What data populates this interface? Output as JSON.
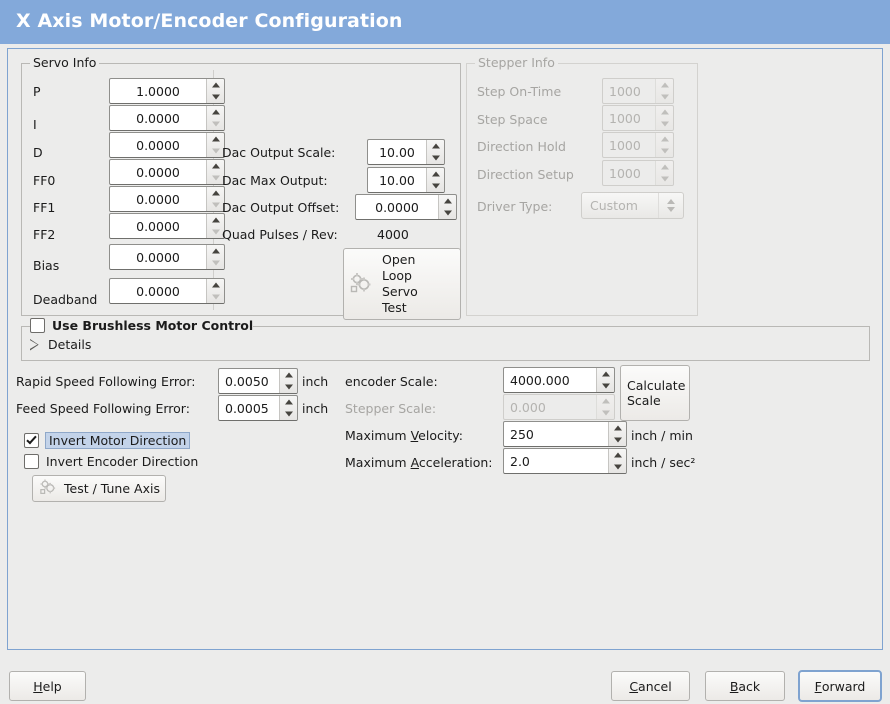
{
  "window": {
    "title": "X Axis Motor/Encoder Configuration",
    "header_color": "#83a9da",
    "panel_border_color": "#7fa3d0",
    "background_color": "#ececeb"
  },
  "servo_info": {
    "legend": "Servo Info",
    "rows": [
      {
        "label": "P",
        "value": "1.0000",
        "up_enabled": true,
        "down_enabled": true
      },
      {
        "label": "I",
        "value": "0.0000",
        "up_enabled": true,
        "down_enabled": false
      },
      {
        "label": "D",
        "value": "0.0000",
        "up_enabled": true,
        "down_enabled": false
      },
      {
        "label": "FF0",
        "value": "0.0000",
        "up_enabled": true,
        "down_enabled": false
      },
      {
        "label": "FF1",
        "value": "0.0000",
        "up_enabled": true,
        "down_enabled": false
      },
      {
        "label": "FF2",
        "value": "0.0000",
        "up_enabled": true,
        "down_enabled": false
      },
      {
        "label": "Bias",
        "value": "0.0000",
        "up_enabled": true,
        "down_enabled": true
      },
      {
        "label": "Deadband",
        "value": "0.0000",
        "up_enabled": true,
        "down_enabled": false
      }
    ],
    "dac": {
      "output_scale_label": "Dac Output Scale:",
      "output_scale_value": "10.00",
      "max_output_label": "Dac Max Output:",
      "max_output_value": "10.00",
      "output_offset_label": "Dac Output Offset:",
      "output_offset_value": "0.0000",
      "quad_pulses_label": "Quad Pulses / Rev:",
      "quad_pulses_value": "4000"
    },
    "open_loop_button": {
      "line1": "Open",
      "line2": "Loop",
      "line3": "Servo",
      "line4": "Test",
      "icon": "gears-icon"
    }
  },
  "stepper_info": {
    "legend": "Stepper Info",
    "enabled": false,
    "rows": [
      {
        "label": "Step On-Time",
        "value": "1000"
      },
      {
        "label": "Step Space",
        "value": "1000"
      },
      {
        "label": "Direction Hold",
        "value": "1000"
      },
      {
        "label": "Direction Setup",
        "value": "1000"
      }
    ],
    "driver_type_label": "Driver Type:",
    "driver_type_value": "Custom"
  },
  "brushless": {
    "checkbox_label": "Use Brushless Motor Control",
    "checked": false,
    "details_label": "Details",
    "details_expanded": false
  },
  "tuning": {
    "rapid_error_label": "Rapid Speed Following Error:",
    "rapid_error_value": "0.0050",
    "rapid_error_unit": "inch",
    "feed_error_label": "Feed Speed Following Error:",
    "feed_error_value": "0.0005",
    "feed_error_unit": "inch",
    "invert_motor_label": "Invert Motor Direction",
    "invert_motor_checked": true,
    "invert_encoder_label": "Invert Encoder Direction",
    "invert_encoder_checked": false,
    "test_tune_label": "Test / Tune Axis"
  },
  "scales": {
    "encoder_scale_label": "encoder Scale:",
    "encoder_scale_value": "4000.000",
    "stepper_scale_label": "Stepper Scale:",
    "stepper_scale_value": "0.000",
    "stepper_scale_enabled": false,
    "max_velocity_label_pre": "Maximum ",
    "max_velocity_label_mn": "V",
    "max_velocity_label_post": "elocity:",
    "max_velocity_value": "250",
    "max_velocity_unit": "inch / min",
    "max_accel_label_pre": "Maximum ",
    "max_accel_label_mn": "A",
    "max_accel_label_post": "cceleration:",
    "max_accel_value": "2.0",
    "max_accel_unit": "inch / sec²",
    "calculate_scale_line1": "Calculate",
    "calculate_scale_line2": "Scale"
  },
  "footer": {
    "help_pre": "",
    "help_mn": "H",
    "help_post": "elp",
    "cancel_pre": "",
    "cancel_mn": "C",
    "cancel_post": "ancel",
    "back_pre": "",
    "back_mn": "B",
    "back_post": "ack",
    "forward_pre": "",
    "forward_mn": "F",
    "forward_post": "orward",
    "focused_button": "Forward"
  }
}
